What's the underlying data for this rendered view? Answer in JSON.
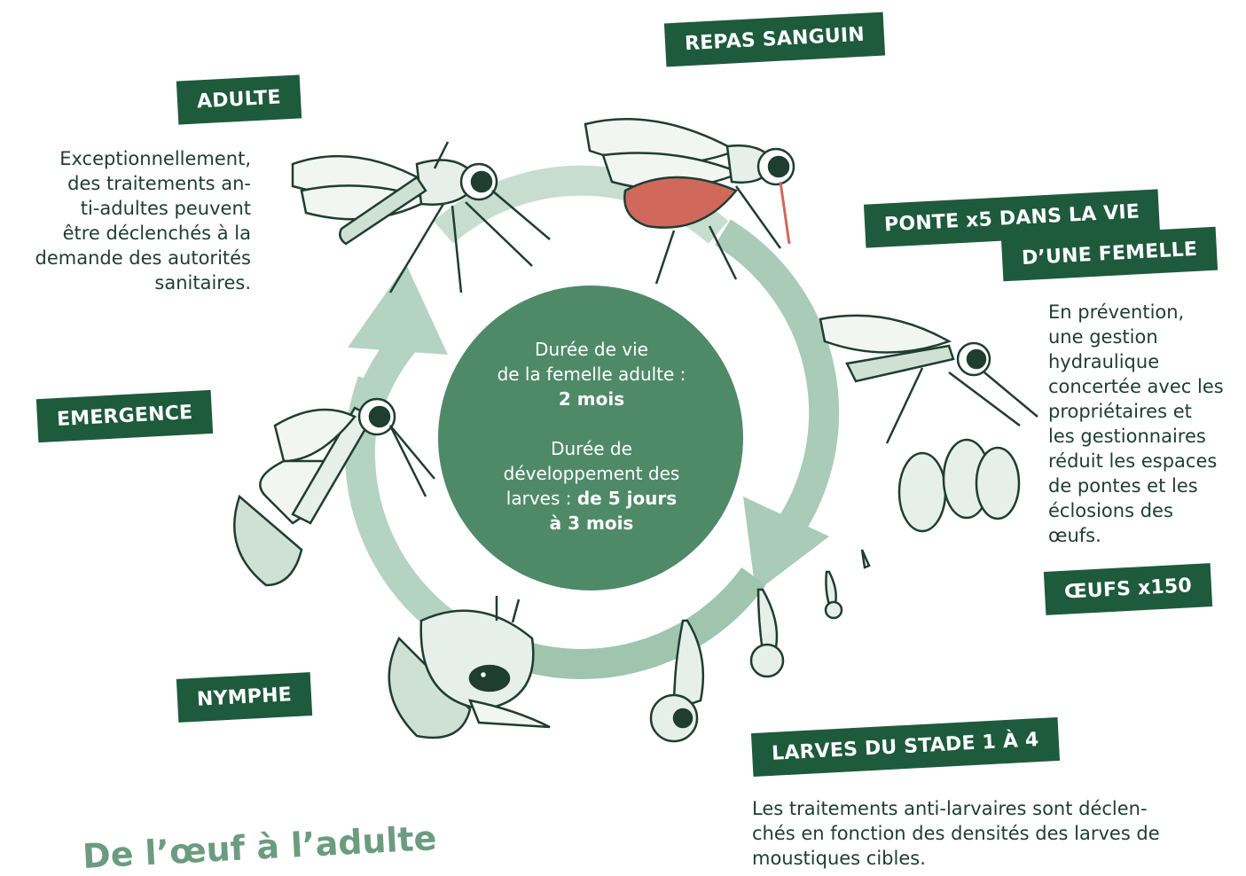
{
  "labels": {
    "repas": "REPAS SANGUIN",
    "adulte": "ADULTE",
    "ponte_line1": "PONTE x5 DANS LA VIE",
    "ponte_line2": "D’UNE FEMELLE",
    "emergence": "EMERGENCE",
    "oeufs": "ŒUFS x150",
    "nymphe": "NYMPHE",
    "larves": "LARVES DU STADE 1 À 4"
  },
  "notes": {
    "adulte_lines": [
      "Exceptionnellement,",
      "des traitements an-",
      "ti-adultes peuvent",
      "être déclenchés à la",
      "demande des autorités",
      "sanitaires."
    ],
    "prevention_lines": [
      "En prévention,",
      "une gestion",
      "hydraulique",
      "concertée avec les",
      "propriétaires et",
      "les gestionnaires",
      "réduit les espaces",
      "de pontes et les",
      "éclosions des",
      "œufs."
    ],
    "larves_lines": [
      "Les traitements anti-larvaires sont déclen-",
      "chés en fonction des densités des larves de",
      "moustiques cibles."
    ]
  },
  "center": {
    "line1": "Durée de vie",
    "line2": "de la femelle adulte :",
    "line3": "2 mois",
    "line4": "Durée de",
    "line5": "développement des",
    "line6a": "larves :",
    "line6b": "de 5 jours",
    "line7": "à 3 mois"
  },
  "title": "De l’œuf à l’adulte",
  "colors": {
    "dark_green": "#1e5a3c",
    "center_green": "#4f8a68",
    "arrow_light": "#c7ddd0",
    "arrow_mid": "#9fc5af",
    "blood": "#d0685b"
  }
}
